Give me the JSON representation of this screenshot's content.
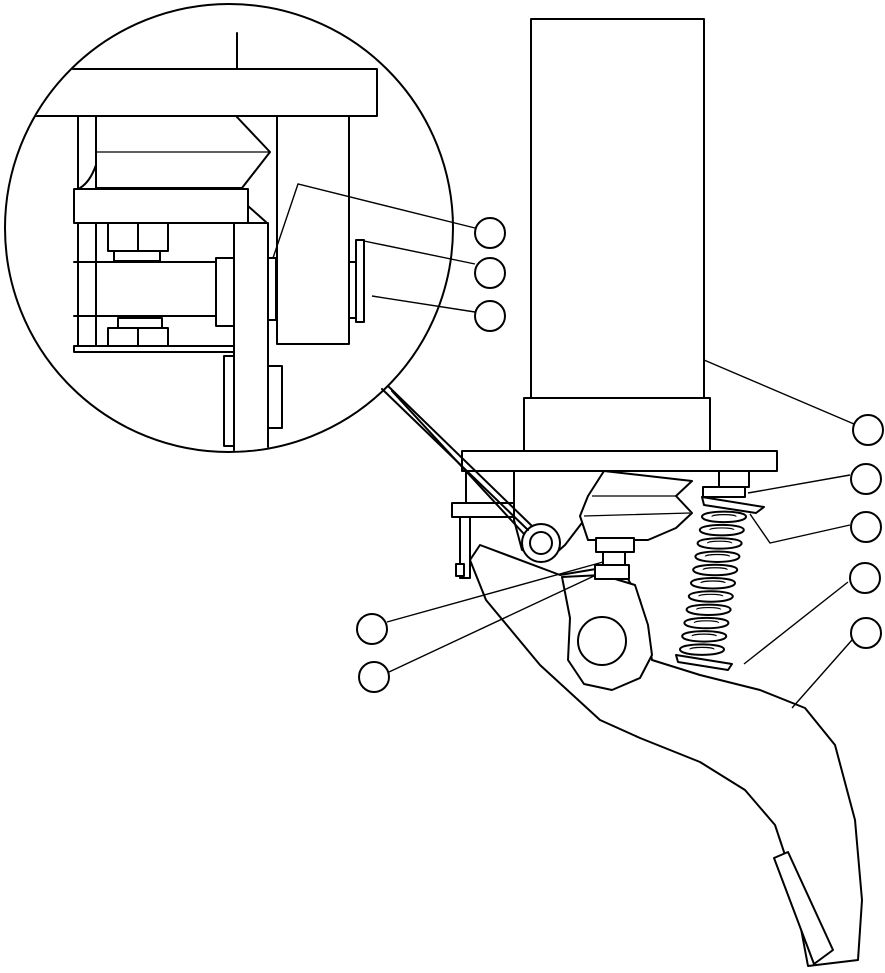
{
  "diagram": {
    "callouts": [
      {
        "id": "callout-1",
        "label": ""
      },
      {
        "id": "callout-2",
        "label": ""
      },
      {
        "id": "callout-3",
        "label": ""
      },
      {
        "id": "callout-4",
        "label": ""
      },
      {
        "id": "callout-5",
        "label": ""
      },
      {
        "id": "callout-6",
        "label": ""
      },
      {
        "id": "callout-7",
        "label": ""
      },
      {
        "id": "callout-8",
        "label": ""
      },
      {
        "id": "callout-9",
        "label": ""
      },
      {
        "id": "callout-10",
        "label": ""
      }
    ]
  }
}
